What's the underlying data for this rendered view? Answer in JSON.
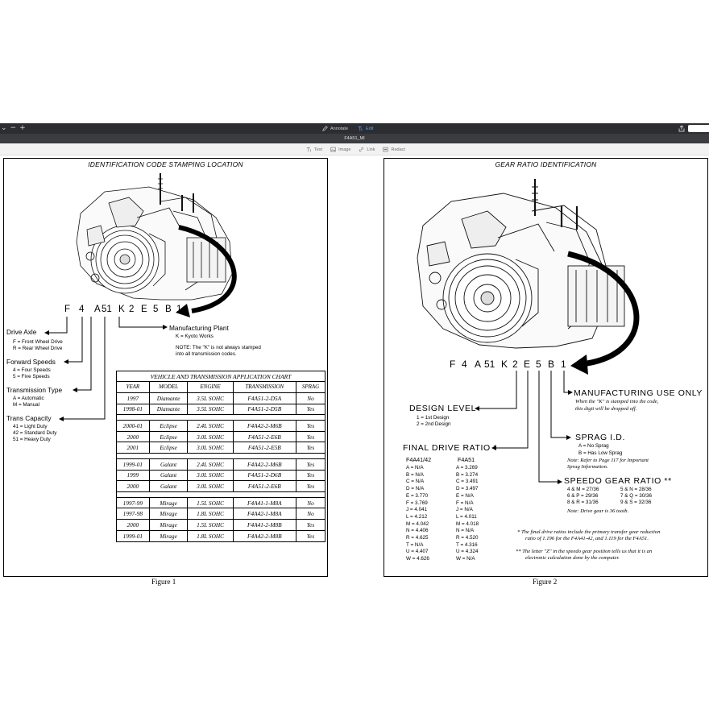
{
  "viewer": {
    "zoom_controls": [
      "−",
      "+"
    ],
    "tabs": [
      {
        "label": "Annotate",
        "icon": "pen-icon"
      },
      {
        "label": "Edit",
        "icon": "text-edit-icon",
        "active": true
      }
    ],
    "doc_title": "F4A51_MI",
    "tools": [
      {
        "label": "Text",
        "icon": "text-tool-icon"
      },
      {
        "label": "Image",
        "icon": "image-tool-icon"
      },
      {
        "label": "Link",
        "icon": "link-tool-icon"
      },
      {
        "label": "Redact",
        "icon": "redact-tool-icon"
      }
    ]
  },
  "page1": {
    "title": "IDENTIFICATION CODE STAMPING LOCATION",
    "code": [
      "F",
      "4",
      "A",
      "51",
      "K",
      "2",
      "E",
      "5",
      "B",
      "1"
    ],
    "drive_axle": {
      "label": "Drive Axle",
      "items": [
        "F = Front Wheel Drive",
        "R = Rear Wheel Drive"
      ]
    },
    "forward_speeds": {
      "label": "Forward Speeds",
      "items": [
        "4 = Four Speeds",
        "5 = Five Speeds"
      ]
    },
    "transmission_type": {
      "label": "Transmission Type",
      "items": [
        "A = Automatic",
        "M = Manual"
      ]
    },
    "trans_capacity": {
      "label": "Trans Capacity",
      "items": [
        "41 = Light Duty",
        "42 = Standard Duty",
        "51 = Heavy Duty"
      ]
    },
    "plant": {
      "label": "Manufacturing Plant",
      "item": "K = Kyoto Works",
      "note1": "NOTE: The \"K\" is not always stamped",
      "note2": "into all transmission codes."
    },
    "chart": {
      "title": "VEHICLE AND TRANSMISSION APPLICATION CHART",
      "headers": [
        "YEAR",
        "MODEL",
        "ENGINE",
        "TRANSMISSION",
        "SPRAG"
      ],
      "groups": [
        [
          [
            "1997",
            "Diamante",
            "3.5L SOHC",
            "F4A51-2-D5A",
            "No"
          ],
          [
            "1998-01",
            "Diamante",
            "3.5L SOHC",
            "F4A51-2-D5B",
            "Yes"
          ]
        ],
        [
          [
            "2000-01",
            "Eclipse",
            "2.4L SOHC",
            "F4A42-2-M6B",
            "Yes"
          ],
          [
            "2000",
            "Eclipse",
            "3.0L SOHC",
            "F4A51-2-E6B",
            "Yes"
          ],
          [
            "2001",
            "Eclipse",
            "3.0L SOHC",
            "F4A51-2-E5B",
            "Yes"
          ]
        ],
        [
          [
            "1999-01",
            "Galant",
            "2.4L SOHC",
            "F4A42-2-M6B",
            "Yes"
          ],
          [
            "1999",
            "Galant",
            "3.0L SOHC",
            "F4A51-2-D6B",
            "Yes"
          ],
          [
            "2000",
            "Galant",
            "3.0L SOHC",
            "F4A51-2-E6B",
            "Yes"
          ]
        ],
        [
          [
            "1997-99",
            "Mirage",
            "1.5L SOHC",
            "F4A41-1-M8A",
            "No"
          ],
          [
            "1997-98",
            "Mirage",
            "1.8L SOHC",
            "F4A42-1-M8A",
            "No"
          ],
          [
            "2000",
            "Mirage",
            "1.5L SOHC",
            "F4A41-2-M8B",
            "Yes"
          ],
          [
            "1999-01",
            "Mirage",
            "1.8L SOHC",
            "F4A42-2-M8B",
            "Yes"
          ]
        ]
      ]
    },
    "caption": "Figure 1"
  },
  "page2": {
    "title": "GEAR RATIO IDENTIFICATION",
    "code": [
      "F",
      "4",
      "A",
      "51",
      "K",
      "2",
      "E",
      "5",
      "B",
      "1"
    ],
    "manufacturing": {
      "label": "MANUFACTURING USE ONLY",
      "line1": "When the \"K\" is stamped into the code,",
      "line2": "this digit will be dropped off."
    },
    "design": {
      "label": "DESIGN LEVEL",
      "items": [
        "1 = 1st Design",
        "2 = 2nd Design"
      ]
    },
    "sprag": {
      "label": "SPRAG I.D.",
      "items": [
        "A = No Sprag",
        "B = Has Low Sprag"
      ],
      "note1": "Note:  Refer to Page 117 for Important",
      "note2": "Sprag Information."
    },
    "final_drive": {
      "label": "FINAL DRIVE RATIO *",
      "col1_header": "F4A41/42",
      "col2_header": "F4A51",
      "col1": [
        "A = N/A",
        "B = N/A",
        "C = N/A",
        "D = N/A",
        "E = 3.770",
        "F = 3.769",
        "J = 4.041",
        "L = 4.212",
        "M = 4.042",
        "N = 4.406",
        "R = 4.625",
        "T = N/A",
        "U = 4.407",
        "W = 4.626"
      ],
      "col2": [
        "A = 3.269",
        "B = 3.274",
        "C = 3.491",
        "D = 3.497",
        "E = N/A",
        "F = N/A",
        "J = N/A",
        "L = 4.011",
        "M = 4.018",
        "N = N/A",
        "R = 4.520",
        "T = 4.316",
        "U = 4.324",
        "W = N/A"
      ]
    },
    "speedo": {
      "label": "SPEEDO GEAR RATIO **",
      "col1": [
        "4 & M = 27/36",
        "6 & P = 29/36",
        "8 & R = 31/36"
      ],
      "col2": [
        "5 & N = 28/36",
        "7 & Q = 30/36",
        "9 & S = 32/36"
      ],
      "note": "Note:  Drive gear is 36 tooth."
    },
    "footnote1_a": "*  The final drive ratios include the primary transfer gear reduction",
    "footnote1_b": "ratio of 1.196 for the F4A41-42, and 1.119 for the F4A51.",
    "footnote2_a": "**  The letter \"Z\" in the speedo gear position tells us that it is an",
    "footnote2_b": "electronic calculation done by the computer.",
    "caption": "Figure 2"
  }
}
